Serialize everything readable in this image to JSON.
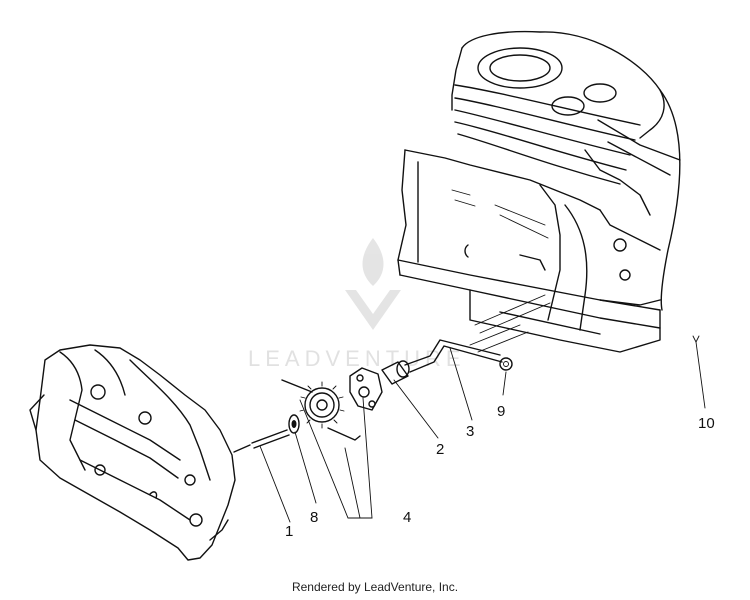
{
  "watermark": {
    "text": "LEADVENTURE"
  },
  "callouts": {
    "c1": "1",
    "c2": "2",
    "c3": "3",
    "c4": "4",
    "c8": "8",
    "c9": "9",
    "c10": "10"
  },
  "footer": {
    "credit": "Rendered by LeadVenture, Inc."
  }
}
